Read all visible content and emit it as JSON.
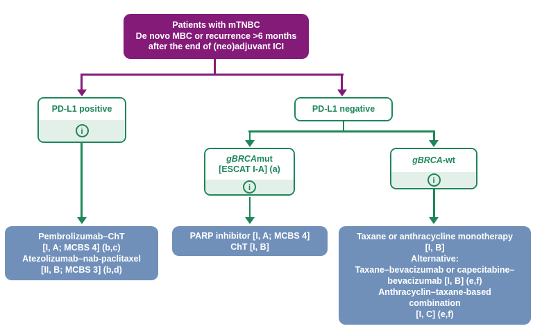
{
  "colors": {
    "purple": "#841B78",
    "green": "#1E8659",
    "green_light": "#E3F0E9",
    "blue": "#7090BA",
    "text_white": "#FFFFFF"
  },
  "icons": {
    "info_glyph": "i"
  },
  "root_node": {
    "line1": "Patients with mTNBC",
    "line2": "De novo MBC or recurrence >6 months",
    "line3": "after the end of (neo)adjuvant ICI"
  },
  "decision_nodes": {
    "pdl1_positive": {
      "label": "PD-L1 positive"
    },
    "pdl1_negative": {
      "label": "PD-L1 negative"
    },
    "gbrca_mut": {
      "label_italic": "gBRCA",
      "label_rest": "mut",
      "line2": "[ESCAT I-A] (a)"
    },
    "gbrca_wt": {
      "label_italic": "gBRCA",
      "label_rest": "-wt"
    }
  },
  "treatment_nodes": {
    "pdl1_positive": {
      "lines": [
        "Pembrolizumab–ChT",
        "[I, A; MCBS 4] (b,c)",
        "Atezolizumab–nab-paclitaxel",
        "[II, B; MCBS 3] (b,d)"
      ]
    },
    "gbrca_mut": {
      "lines": [
        "PARP inhibitor [I, A; MCBS 4]",
        "ChT [I, B]"
      ]
    },
    "gbrca_wt": {
      "lines": [
        "Taxane or anthracycline monotherapy",
        "[I, B]",
        "Alternative:",
        "Taxane–bevacizumab or capecitabine–",
        "bevacizumab [I, B] (e,f)",
        "Anthracyclin–taxane-based",
        "combination",
        "[I, C] (e,f)"
      ]
    }
  }
}
